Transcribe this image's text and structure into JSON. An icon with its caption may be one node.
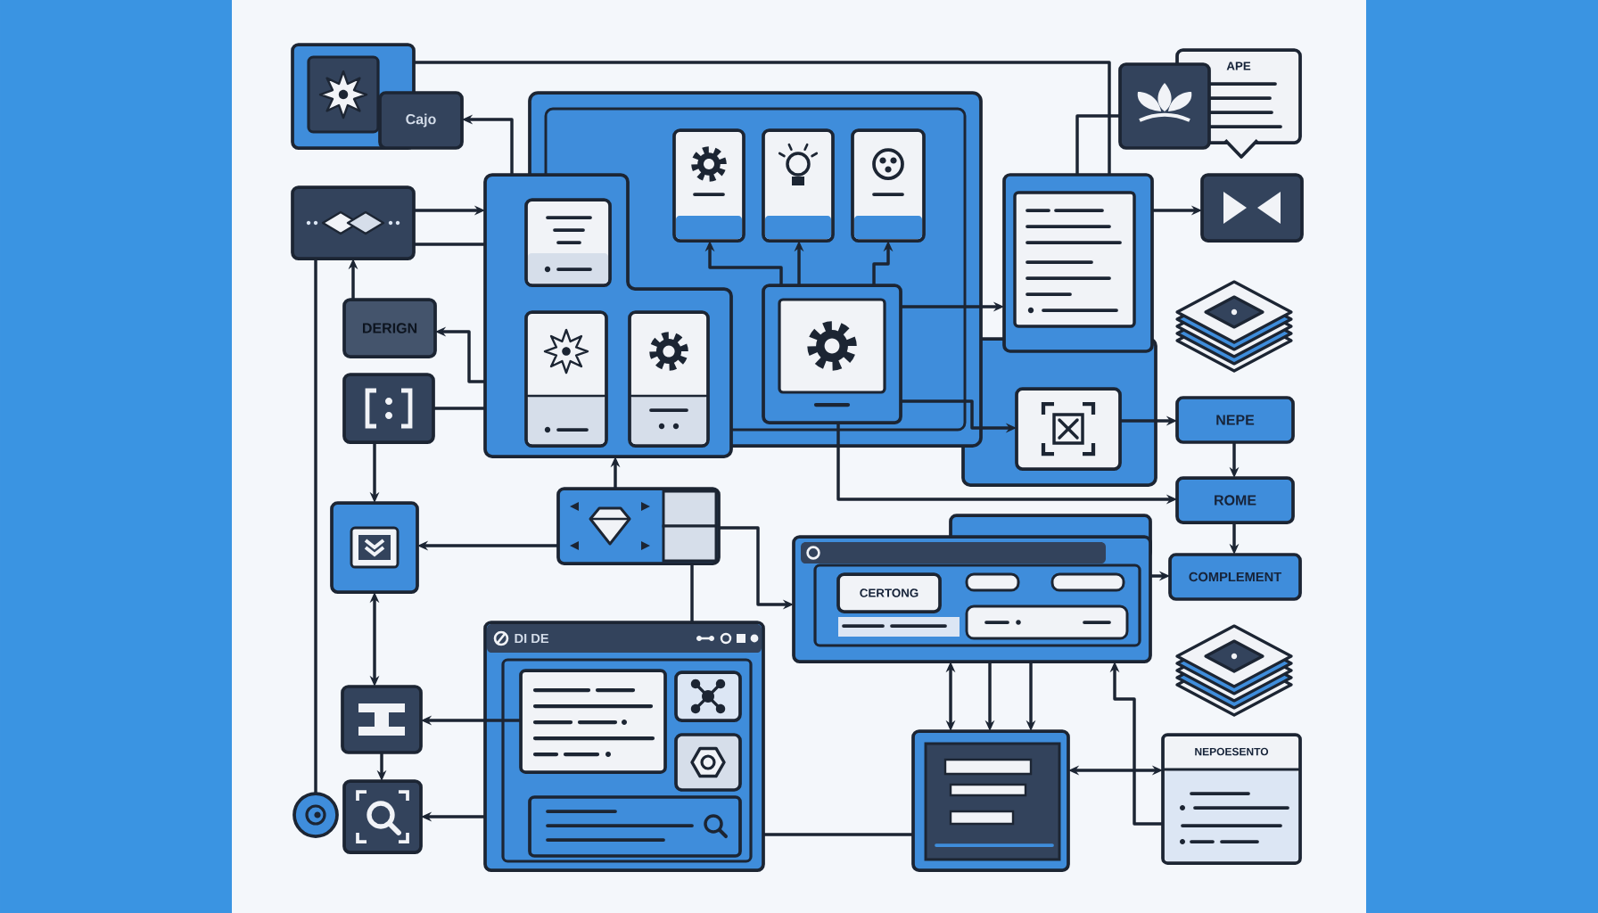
{
  "diagram": {
    "nodes": [
      {
        "text": [],
        "shape": "picture"
      },
      {
        "text": [
          "Cajo"
        ]
      },
      {
        "text": [],
        "shape": "box"
      },
      {
        "text": [],
        "shape": "picture",
        "in": 2
      },
      {
        "text": [],
        "shape": "picture",
        "in": 2
      },
      {
        "text": [],
        "shape": "picture",
        "in": 2
      },
      {
        "text": [],
        "shape": "box"
      },
      {
        "text": [],
        "shape": "picture"
      },
      {
        "text": [],
        "shape": "picture"
      },
      {
        "text": [],
        "shape": "picture"
      },
      {
        "text": [],
        "shape": "picture",
        "in": 2
      },
      {
        "text": [],
        "shape": "picture"
      },
      {
        "text": [
          "APE"
        ]
      },
      {
        "text": [],
        "shape": "picture"
      },
      {
        "text": [],
        "shape": "picture"
      },
      {
        "text": [],
        "shape": "picture"
      },
      {
        "text": [
          "DERIGN"
        ]
      },
      {
        "text": [],
        "shape": "picture"
      },
      {
        "text": [],
        "shape": "picture"
      },
      {
        "text": [
          "NEPE"
        ]
      },
      {
        "text": [
          "ROME"
        ]
      },
      {
        "text": [],
        "shape": "picture"
      },
      {
        "text": [],
        "shape": "picture"
      },
      {
        "text": [],
        "shape": "box"
      },
      {
        "text": [
          "CERTONG"
        ],
        "in": 23
      },
      {
        "text": [
          "COMPLEMENT"
        ]
      },
      {
        "text": [
          "DI DE"
        ]
      },
      {
        "text": [],
        "shape": "picture",
        "in": 26
      },
      {
        "text": [],
        "shape": "picture",
        "in": 26
      },
      {
        "text": [],
        "shape": "picture",
        "in": 26
      },
      {
        "text": [],
        "shape": "picture",
        "in": 26
      },
      {
        "text": [],
        "shape": "picture"
      },
      {
        "text": [],
        "shape": "picture"
      },
      {
        "text": [
          "NEPOESENTO"
        ]
      },
      {
        "text": [],
        "shape": "picture"
      },
      {
        "text": [],
        "shape": "circle"
      }
    ],
    "edges": [
      {
        "from": 6,
        "to": 1,
        "arrow": "to"
      },
      {
        "from": 13,
        "to": 6,
        "arrow": "to"
      },
      {
        "from": 13,
        "to": 6,
        "arrow": "none"
      },
      {
        "from": 6,
        "to": 16,
        "arrow": "to"
      },
      {
        "from": 16,
        "to": 13,
        "arrow": "to"
      },
      {
        "from": 17,
        "to": 6,
        "arrow": "none"
      },
      {
        "from": 13,
        "to": 35,
        "arrow": "none"
      },
      {
        "from": 17,
        "to": 22,
        "arrow": "to"
      },
      {
        "from": 21,
        "to": 22,
        "arrow": "to"
      },
      {
        "from": 22,
        "to": 31,
        "arrow": "both"
      },
      {
        "from": 31,
        "to": 34,
        "arrow": "to"
      },
      {
        "from": 27,
        "to": 31,
        "arrow": "to"
      },
      {
        "from": 26,
        "to": 34,
        "arrow": "to"
      },
      {
        "from": 21,
        "to": 6,
        "arrow": "to"
      },
      {
        "from": 14,
        "to": 15,
        "arrow": "to"
      },
      {
        "from": 10,
        "to": 14,
        "arrow": "to"
      },
      {
        "from": 10,
        "to": 18,
        "arrow": "to"
      },
      {
        "from": 18,
        "to": 19,
        "arrow": "to"
      },
      {
        "from": 19,
        "to": 20,
        "arrow": "to"
      },
      {
        "from": 20,
        "to": 25,
        "arrow": "to"
      },
      {
        "from": 10,
        "to": 20,
        "arrow": "to"
      },
      {
        "from": 23,
        "to": 25,
        "arrow": "to"
      },
      {
        "from": 21,
        "to": 23,
        "arrow": "to"
      },
      {
        "from": 23,
        "to": 32,
        "arrow": "both"
      },
      {
        "from": 23,
        "to": 32,
        "arrow": "to"
      },
      {
        "from": 23,
        "to": 32,
        "arrow": "to"
      },
      {
        "from": 32,
        "to": 33,
        "arrow": "both"
      },
      {
        "from": 33,
        "to": 23,
        "arrow": "to"
      },
      {
        "from": 0,
        "to": 14,
        "arrow": "none"
      },
      {
        "from": 11,
        "to": 14,
        "arrow": "none"
      },
      {
        "from": 10,
        "to": 3,
        "arrow": "to"
      },
      {
        "from": 10,
        "to": 4,
        "arrow": "to"
      },
      {
        "from": 10,
        "to": 5,
        "arrow": "to"
      },
      {
        "from": 21,
        "to": 26,
        "arrow": "none"
      },
      {
        "from": 26,
        "to": 32,
        "arrow": "none"
      }
    ]
  }
}
